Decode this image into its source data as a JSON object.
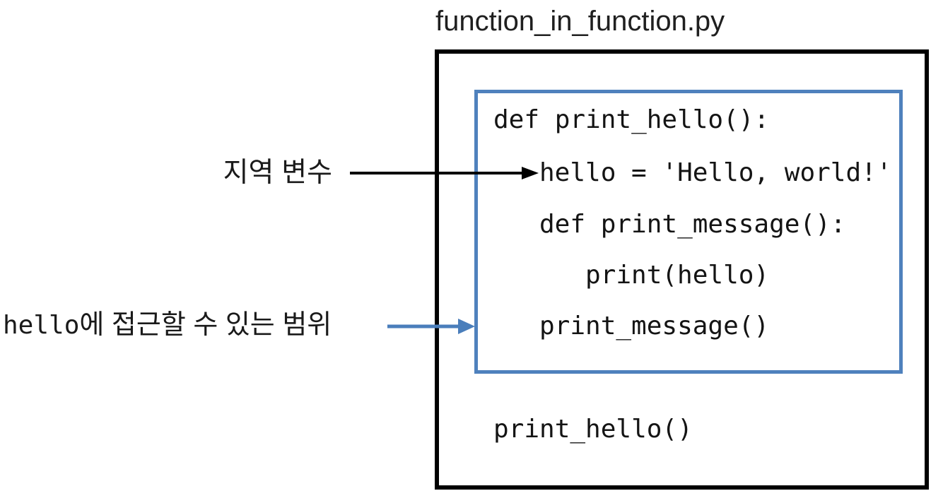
{
  "diagram": {
    "title": "function_in_function.py",
    "labels": {
      "local_variable": "지역 변수",
      "scope_prefix_code": "hello",
      "scope_text": "에 접근할 수 있는 범위"
    },
    "code": {
      "lines": [
        "def print_hello():",
        "hello = 'Hello, world!'",
        "def print_message():",
        "print(hello)",
        "print_message()"
      ],
      "outer_call": "print_hello()"
    },
    "colors": {
      "outer_box_border": "#000000",
      "scope_box_border": "#4f81bd",
      "local_variable_arrow": "#000000",
      "scope_arrow": "#4a7ebb",
      "text": "#1a1a1a",
      "background": "#ffffff"
    }
  }
}
